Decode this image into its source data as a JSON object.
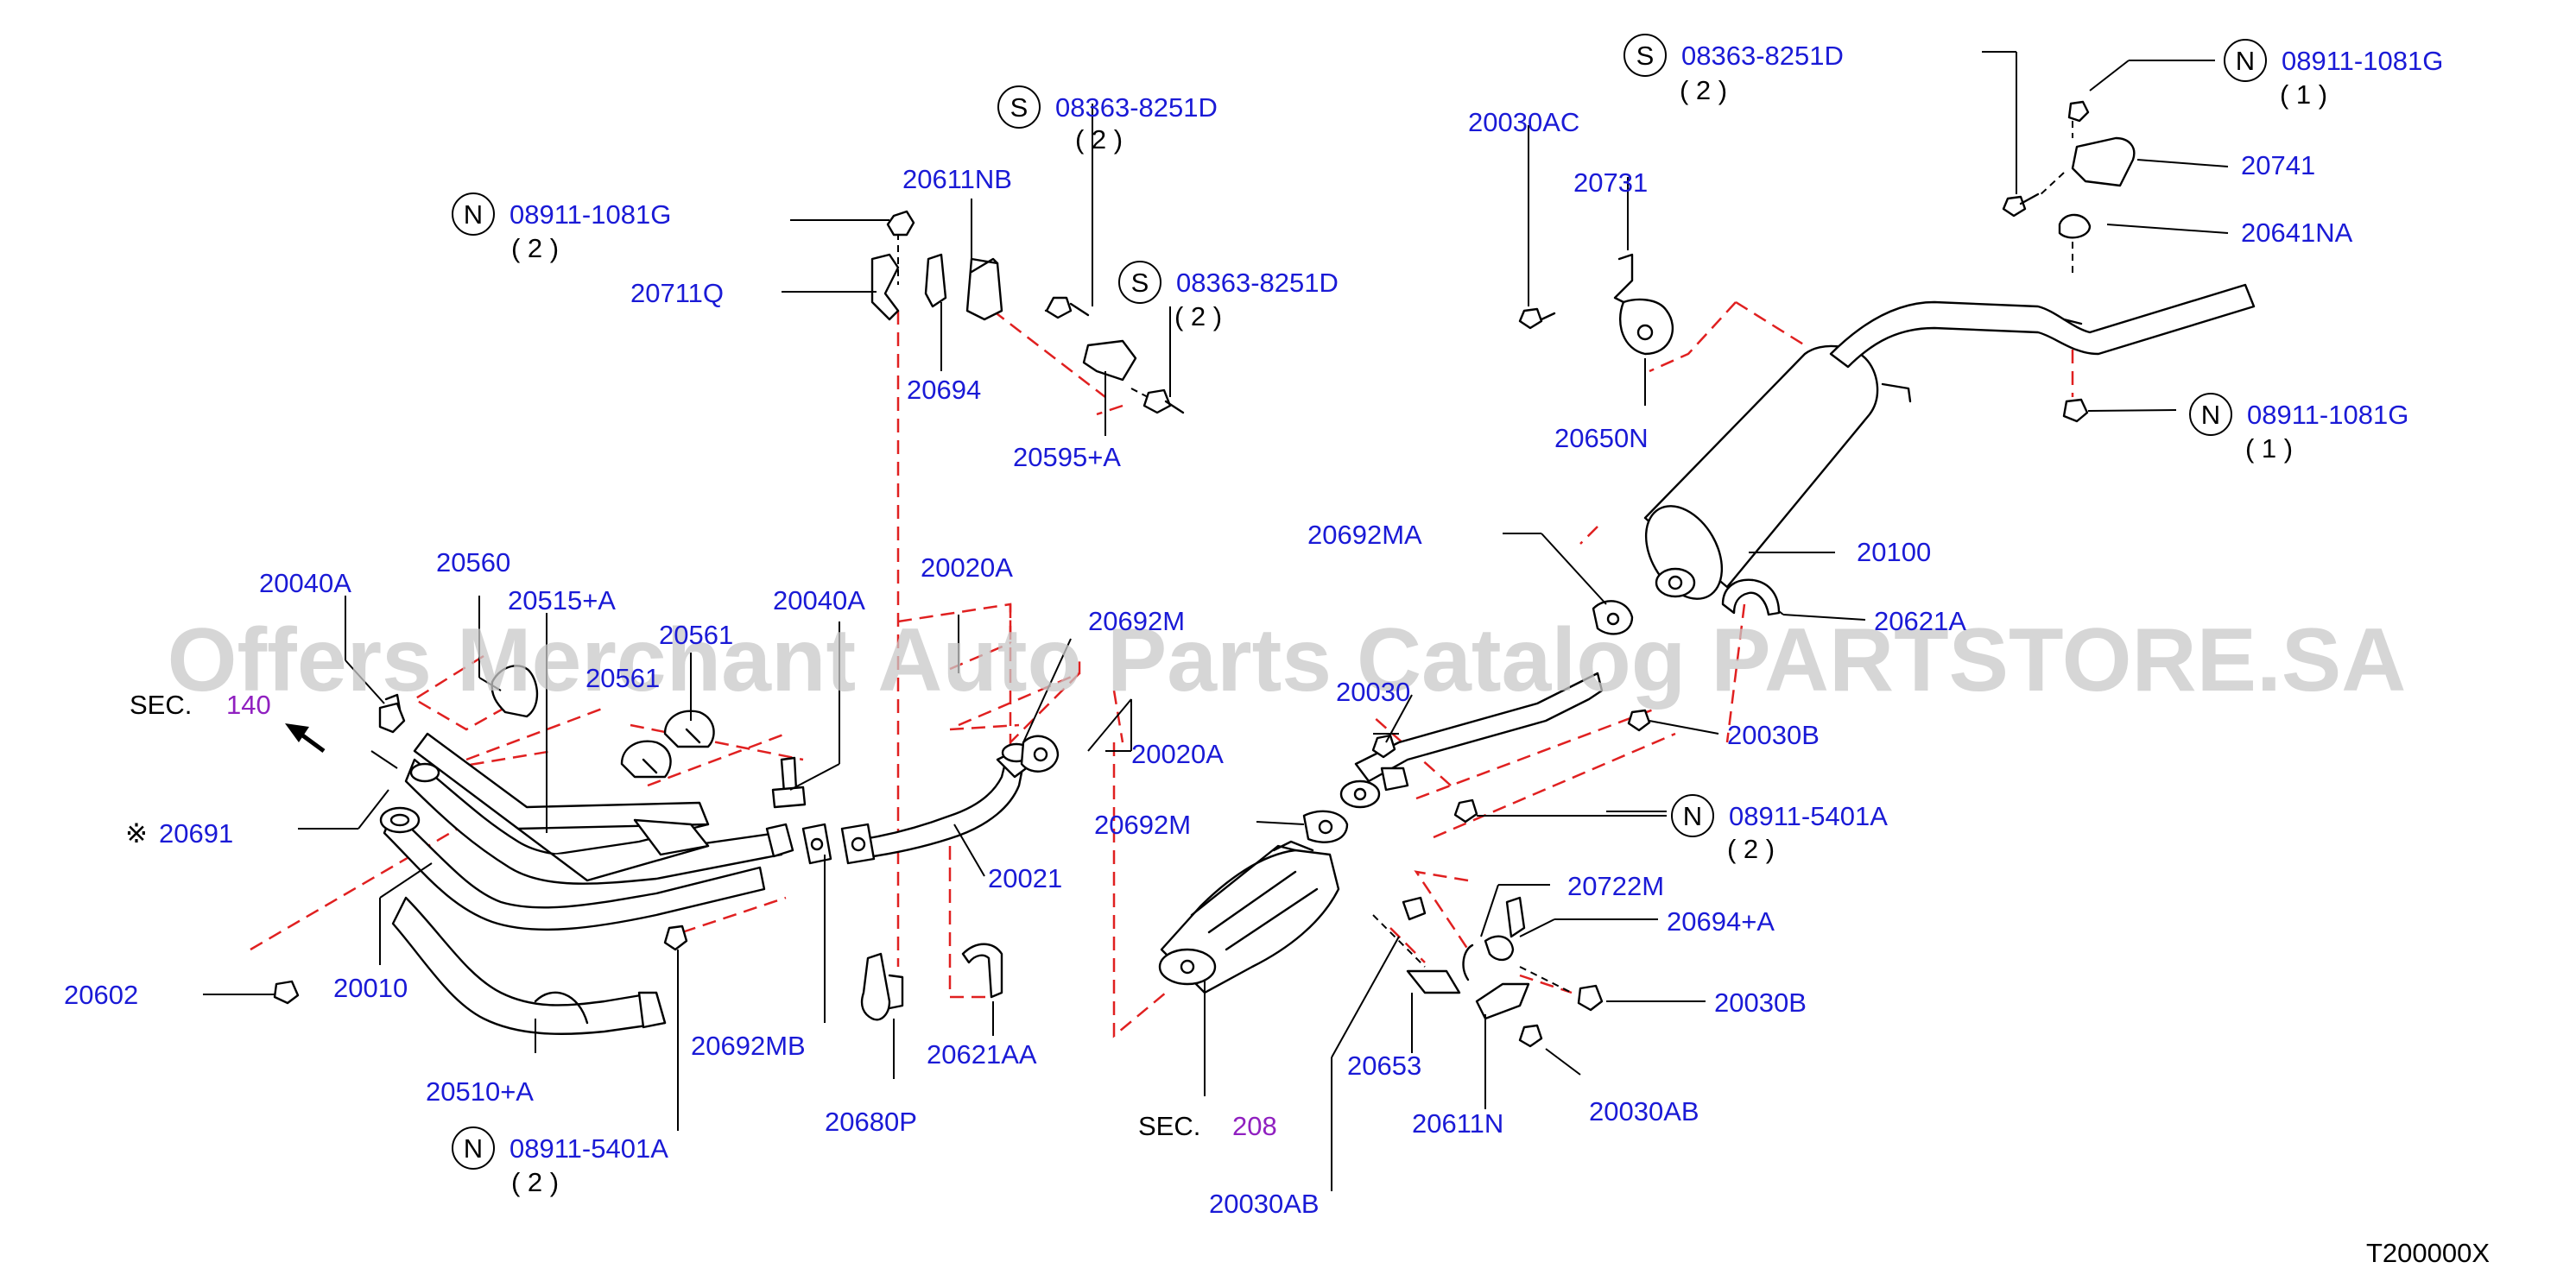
{
  "diagram": {
    "code": "T200000X",
    "watermark": "Offers Merchant Auto Parts Catalog PARTSTORE.SA"
  },
  "colors": {
    "label": "#1a1ad6",
    "section": "#9020c0",
    "dashed": "#e02020",
    "line": "#000000",
    "watermark": "#c8c8c8"
  },
  "sections": [
    {
      "prefix": "SEC.",
      "number": "140"
    },
    {
      "prefix": "SEC.",
      "number": "208"
    }
  ],
  "notes": {
    "asterisk": "※"
  },
  "callouts": [
    {
      "symbol": "N",
      "part": "08911-1081G",
      "qty": "( 2 )"
    },
    {
      "symbol": "S",
      "part": "08363-8251D",
      "qty": "( 2 )"
    },
    {
      "symbol": "S",
      "part": "08363-8251D",
      "qty": "( 2 )"
    },
    {
      "symbol": "S",
      "part": "08363-8251D",
      "qty": "( 2 )"
    },
    {
      "symbol": "N",
      "part": "08911-1081G",
      "qty": "( 1 )"
    },
    {
      "symbol": "N",
      "part": "08911-1081G",
      "qty": "( 1 )"
    },
    {
      "symbol": "N",
      "part": "08911-5401A",
      "qty": "( 2 )"
    },
    {
      "symbol": "N",
      "part": "08911-5401A",
      "qty": "( 2 )"
    }
  ],
  "parts": [
    "20611NB",
    "20711Q",
    "20694",
    "20595+A",
    "20040A",
    "20560",
    "20515+A",
    "20561",
    "20561",
    "20040A",
    "20020A",
    "20692M",
    "20691",
    "20602",
    "20010",
    "20510+A",
    "20692MB",
    "20680P",
    "20621AA",
    "20021",
    "20020A",
    "20692M",
    "20030AC",
    "20731",
    "20650N",
    "20741",
    "20641NA",
    "20692MA",
    "20100",
    "20621A",
    "20030",
    "20030B",
    "20722M",
    "20694+A",
    "20030B",
    "20653",
    "20611N",
    "20030AB",
    "20030AB"
  ]
}
